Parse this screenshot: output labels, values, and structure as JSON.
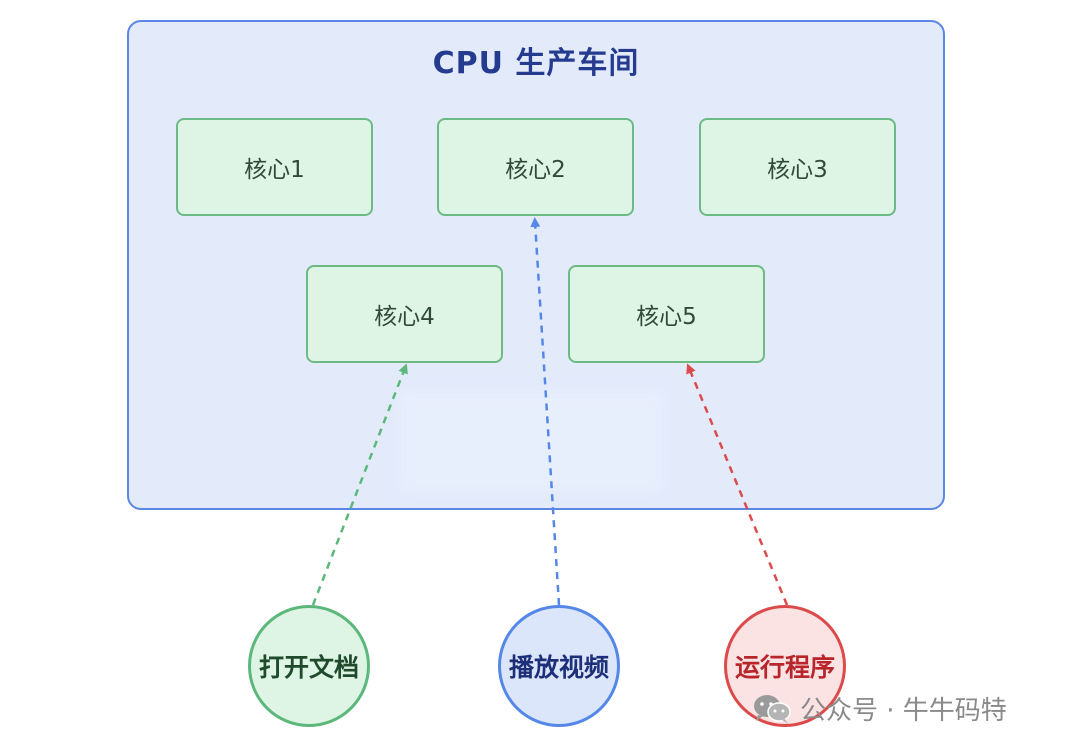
{
  "diagram": {
    "title": "CPU 生产车间",
    "cores": [
      {
        "label": "核心1"
      },
      {
        "label": "核心2"
      },
      {
        "label": "核心3"
      },
      {
        "label": "核心4"
      },
      {
        "label": "核心5"
      }
    ],
    "tasks": [
      {
        "label": "打开文档",
        "target": "核心4",
        "color": "#5cb87a"
      },
      {
        "label": "播放视频",
        "target": "核心2",
        "color": "#5587e8"
      },
      {
        "label": "运行程序",
        "target": "核心5",
        "color": "#dc4b4b"
      }
    ]
  },
  "watermark": {
    "text": "公众号 · 牛牛码特",
    "icon": "wechat-icon"
  }
}
